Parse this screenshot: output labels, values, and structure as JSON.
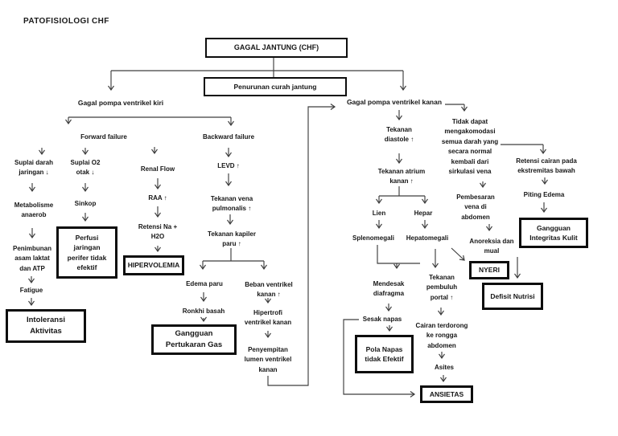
{
  "title": "PATOFISIOLOGI CHF",
  "colors": {
    "ink": "#1a1a1a",
    "line": "#3d3d3d",
    "background": "#ffffff"
  },
  "nodes": {
    "gagal_jantung": {
      "label": "GAGAL JANTUNG (CHF)"
    },
    "penurunan": {
      "label": "Penurunan curah jantung"
    },
    "gpv_kiri": {
      "label": "Gagal pompa ventrikel kiri"
    },
    "gpv_kanan": {
      "label": "Gagal pompa ventrikel kanan"
    },
    "forward": {
      "label": "Forward failure"
    },
    "backward": {
      "label": "Backward failure"
    },
    "suplai_darah": {
      "label": "Suplai darah\njaringan ↓"
    },
    "suplai_o2": {
      "label": "Suplai O2\notak ↓"
    },
    "metabolisme": {
      "label": "Metabolisme\nanaerob"
    },
    "sinkop": {
      "label": "Sinkop"
    },
    "penimbunan": {
      "label": "Penimbunan\nasam laktat\ndan ATP"
    },
    "fatigue": {
      "label": "Fatigue"
    },
    "intoleransi": {
      "label": "Intoleransi\nAktivitas"
    },
    "perfusi": {
      "label": "Perfusi\njaringan\nperifer tidak\nefektif"
    },
    "renal_flow": {
      "label": "Renal Flow"
    },
    "raa": {
      "label": "RAA ↑"
    },
    "retensi_na": {
      "label": "Retensi Na +\nH2O"
    },
    "hipervolemia": {
      "label": "HIPERVOLEMIA"
    },
    "levd": {
      "label": "LEVD ↑"
    },
    "tekanan_vena": {
      "label": "Tekanan vena\npulmonalis ↑"
    },
    "tekanan_kapiler": {
      "label": "Tekanan kapiler\nparu ↑"
    },
    "edema_paru": {
      "label": "Edema paru"
    },
    "ronkhi": {
      "label": "Ronkhi basah"
    },
    "gangguan_gas": {
      "label": "Gangguan\nPertukaran Gas"
    },
    "beban": {
      "label": "Beban ventrikel\nkanan ↑"
    },
    "hipertrofi": {
      "label": "Hipertrofi\nventrikel kanan"
    },
    "penyempitan": {
      "label": "Penyempitan\nlumen ventrikel\nkanan"
    },
    "tekanan_diastole": {
      "label": "Tekanan\ndiastole ↑"
    },
    "tekanan_atrium": {
      "label": "Tekanan atrium\nkanan ↑"
    },
    "lien": {
      "label": "Lien"
    },
    "hepar": {
      "label": "Hepar"
    },
    "splenomegali": {
      "label": "Splenomegali"
    },
    "hepatomegali": {
      "label": "Hepatomegali"
    },
    "mendesak": {
      "label": "Mendesak\ndiafragma"
    },
    "sesak": {
      "label": "Sesak napas"
    },
    "pola_napas": {
      "label": "Pola Napas\ntidak Efektif"
    },
    "tekanan_portal": {
      "label": "Tekanan\npembuluh\nportal ↑"
    },
    "cairan": {
      "label": "Cairan terdorong\nke rongga\nabdomen"
    },
    "asites": {
      "label": "Asites"
    },
    "ansietas": {
      "label": "ANSIETAS"
    },
    "tidak_dapat": {
      "label": "Tidak dapat\nmengakomodasi\nsemua darah yang\nsecara normal\nkembali dari\nsirkulasi vena"
    },
    "pembesaran": {
      "label": "Pembesaran\nvena di\nabdomen"
    },
    "anoreksia": {
      "label": "Anoreksia dan\nmual"
    },
    "nyeri": {
      "label": "NYERI"
    },
    "defisit": {
      "label": "Defisit Nutrisi"
    },
    "retensi_cairan": {
      "label": "Retensi cairan pada\nekstremitas bawah"
    },
    "piting": {
      "label": "Piting Edema"
    },
    "gangguan_kulit": {
      "label": "Gangguan\nIntegritas Kulit"
    }
  },
  "edges": [
    [
      "gagal_jantung",
      "penurunan"
    ],
    [
      "penurunan",
      "gpv_kiri"
    ],
    [
      "penurunan",
      "gpv_kanan"
    ],
    [
      "gpv_kiri",
      "forward"
    ],
    [
      "gpv_kiri",
      "renal_flow"
    ],
    [
      "gpv_kiri",
      "backward"
    ],
    [
      "forward",
      "suplai_darah"
    ],
    [
      "forward",
      "suplai_o2"
    ],
    [
      "suplai_darah",
      "metabolisme"
    ],
    [
      "metabolisme",
      "penimbunan"
    ],
    [
      "penimbunan",
      "fatigue"
    ],
    [
      "fatigue",
      "intoleransi"
    ],
    [
      "suplai_o2",
      "sinkop"
    ],
    [
      "sinkop",
      "perfusi"
    ],
    [
      "renal_flow",
      "raa"
    ],
    [
      "raa",
      "retensi_na"
    ],
    [
      "retensi_na",
      "hipervolemia"
    ],
    [
      "backward",
      "levd"
    ],
    [
      "levd",
      "tekanan_vena"
    ],
    [
      "tekanan_vena",
      "tekanan_kapiler"
    ],
    [
      "tekanan_kapiler",
      "edema_paru"
    ],
    [
      "tekanan_kapiler",
      "beban"
    ],
    [
      "edema_paru",
      "ronkhi"
    ],
    [
      "ronkhi",
      "gangguan_gas"
    ],
    [
      "beban",
      "hipertrofi"
    ],
    [
      "hipertrofi",
      "penyempitan"
    ],
    [
      "penyempitan",
      "gpv_kanan"
    ],
    [
      "gpv_kanan",
      "tekanan_diastole"
    ],
    [
      "gpv_kanan",
      "tidak_dapat"
    ],
    [
      "tekanan_diastole",
      "tekanan_atrium"
    ],
    [
      "tekanan_atrium",
      "lien"
    ],
    [
      "tekanan_atrium",
      "hepar"
    ],
    [
      "lien",
      "splenomegali"
    ],
    [
      "hepar",
      "hepatomegali"
    ],
    [
      "splenomegali",
      "mendesak"
    ],
    [
      "mendesak",
      "sesak"
    ],
    [
      "sesak",
      "pola_napas"
    ],
    [
      "sesak",
      "ansietas"
    ],
    [
      "hepatomegali",
      "tekanan_portal"
    ],
    [
      "hepatomegali",
      "nyeri"
    ],
    [
      "tekanan_portal",
      "cairan"
    ],
    [
      "cairan",
      "asites"
    ],
    [
      "asites",
      "ansietas"
    ],
    [
      "tidak_dapat",
      "pembesaran"
    ],
    [
      "tidak_dapat",
      "retensi_cairan"
    ],
    [
      "pembesaran",
      "anoreksia"
    ],
    [
      "anoreksia",
      "defisit"
    ],
    [
      "retensi_cairan",
      "piting"
    ],
    [
      "piting",
      "gangguan_kulit"
    ]
  ]
}
